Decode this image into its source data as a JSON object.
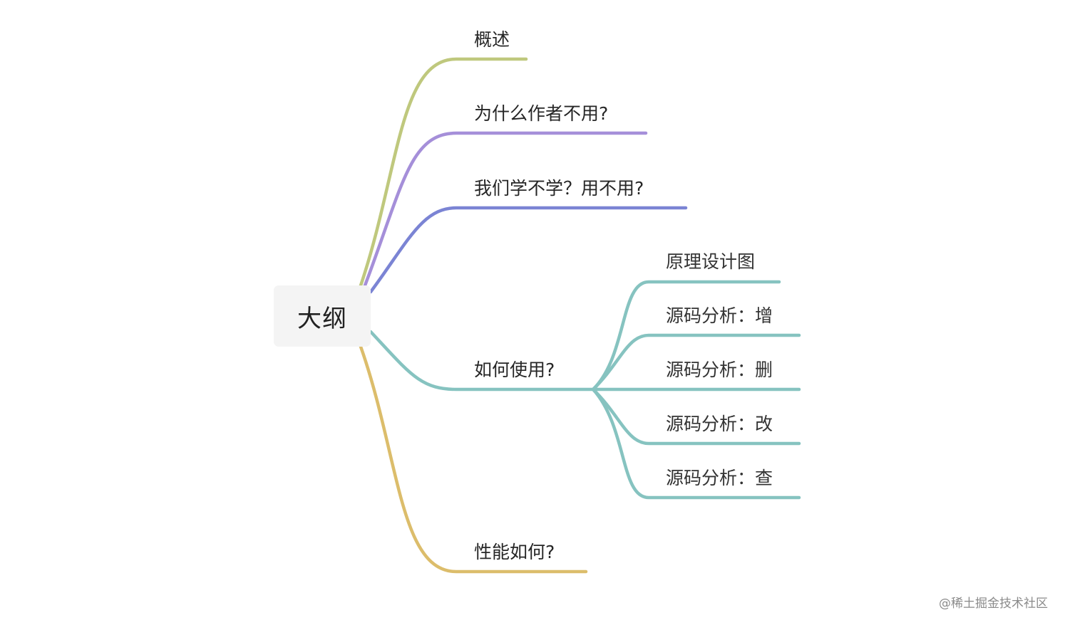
{
  "colors": {
    "branch_1": "#bfc87d",
    "branch_2": "#a58fd9",
    "branch_3": "#7b84d4",
    "branch_4": "#86c3c0",
    "branch_5": "#dcbd6b",
    "root_background": "#f4f4f4"
  },
  "root": {
    "label": "大纲"
  },
  "branches": [
    {
      "label": "概述"
    },
    {
      "label": "为什么作者不用?"
    },
    {
      "label": "我们学不学？用不用?"
    },
    {
      "label": "如何使用?",
      "children": [
        {
          "label": "原理设计图"
        },
        {
          "label": "源码分析：增"
        },
        {
          "label": "源码分析：删"
        },
        {
          "label": "源码分析：改"
        },
        {
          "label": "源码分析：查"
        }
      ]
    },
    {
      "label": "性能如何?"
    }
  ],
  "watermark": "@稀土掘金技术社区"
}
